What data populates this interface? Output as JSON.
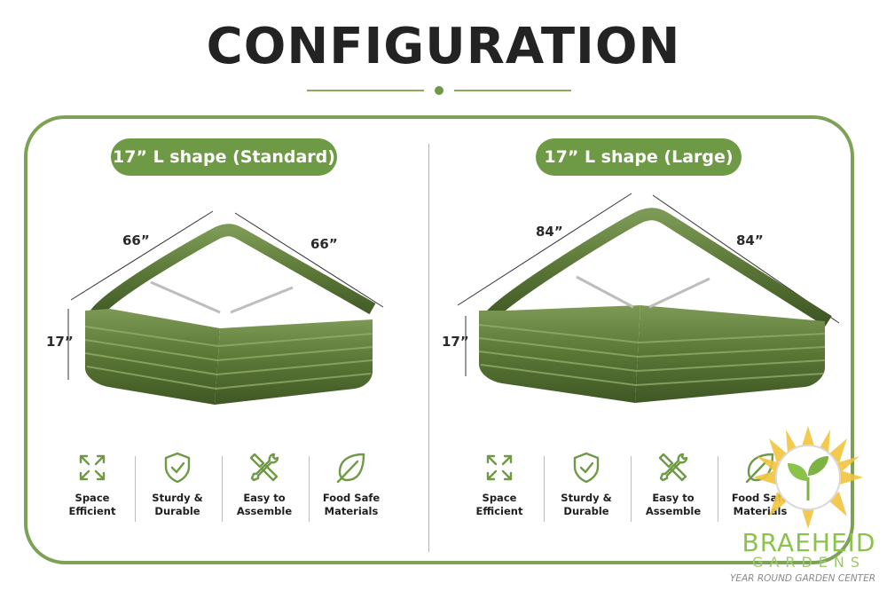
{
  "title": "CONFIGURATION",
  "colors": {
    "accent": "#6f9a45",
    "frame": "#7ea255",
    "bed": "#5f7b3c"
  },
  "left": {
    "pill": "17” L shape (Standard)",
    "dim_a": "66”",
    "dim_b": "66”",
    "dim_h": "17”",
    "features": [
      {
        "icon": "expand-arrows-icon",
        "label": "Space\nEfficient"
      },
      {
        "icon": "shield-check-icon",
        "label": "Sturdy &\nDurable"
      },
      {
        "icon": "tools-icon",
        "label": "Easy to\nAssemble"
      },
      {
        "icon": "leaf-icon",
        "label": "Food Safe\nMaterials"
      }
    ]
  },
  "right": {
    "pill": "17” L shape (Large)",
    "dim_a": "84”",
    "dim_b": "84”",
    "dim_h": "17”",
    "features": [
      {
        "icon": "expand-arrows-icon",
        "label": "Space\nEfficient"
      },
      {
        "icon": "shield-check-icon",
        "label": "Sturdy &\nDurable"
      },
      {
        "icon": "tools-icon",
        "label": "Easy to\nAssemble"
      },
      {
        "icon": "leaf-icon",
        "label": "Food Safe\nMaterials"
      }
    ]
  },
  "watermark": {
    "brand": "BRAEHEID",
    "sub": "GARDENS",
    "tagline": "YEAR ROUND GARDEN CENTER"
  }
}
